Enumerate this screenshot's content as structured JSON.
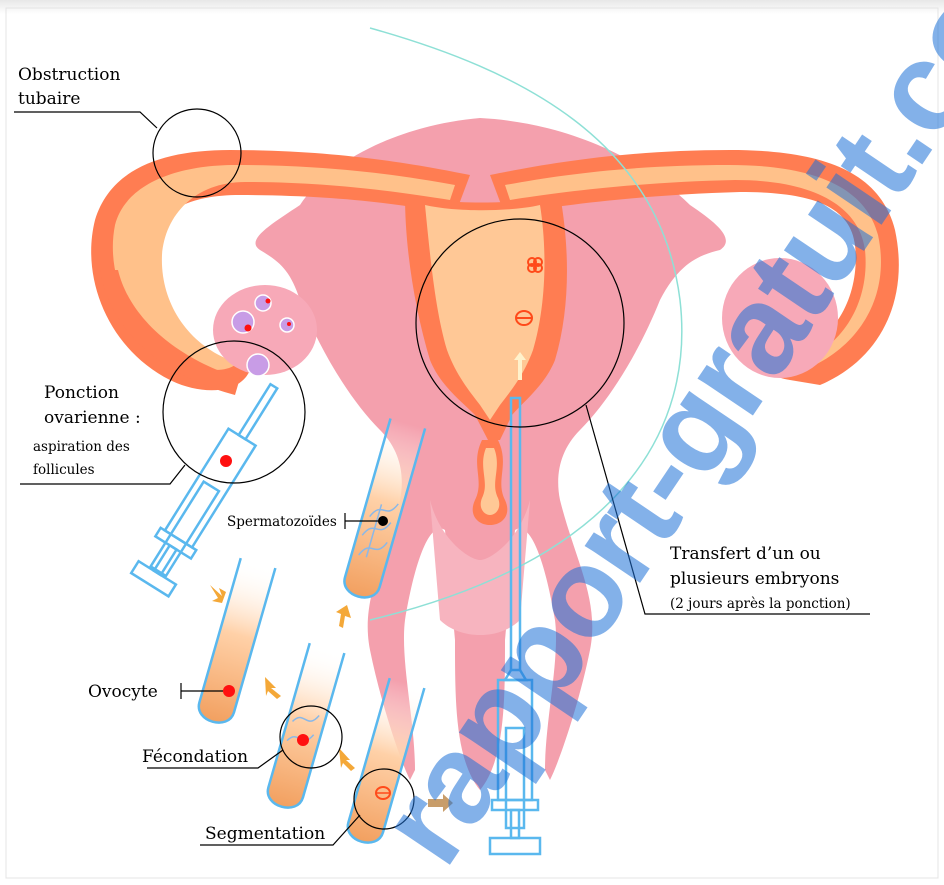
{
  "labels": {
    "obstruction_line1": "Obstruction",
    "obstruction_line2": "tubaire",
    "ponction_line1": "Ponction",
    "ponction_line2": "ovarienne :",
    "ponction_line3": "aspiration des",
    "ponction_line4": "follicules",
    "spermatozoides": "Spermatozoïdes",
    "transfert_line1": "Transfert d’un ou",
    "transfert_line2": "plusieurs embryons",
    "transfert_line3": "(2 jours après la ponction)",
    "ovocyte": "Ovocyte",
    "fecondation": "Fécondation",
    "segmentation": "Segmentation"
  },
  "watermark": "rapport-gratuit.com",
  "colors": {
    "tube_orange": "#ff7d52",
    "tube_light": "#ffc18a",
    "uterus_pink": "#f4a0ad",
    "ovary_pink": "#f7a9b8",
    "cavity": "#ffc896",
    "instrument_blue": "#5ab8ee",
    "watermark_blue": "#1e72d8",
    "oocyte_red": "#ff1010",
    "arrow_orange": "#f4a838",
    "follicle": "#c89ce6"
  }
}
